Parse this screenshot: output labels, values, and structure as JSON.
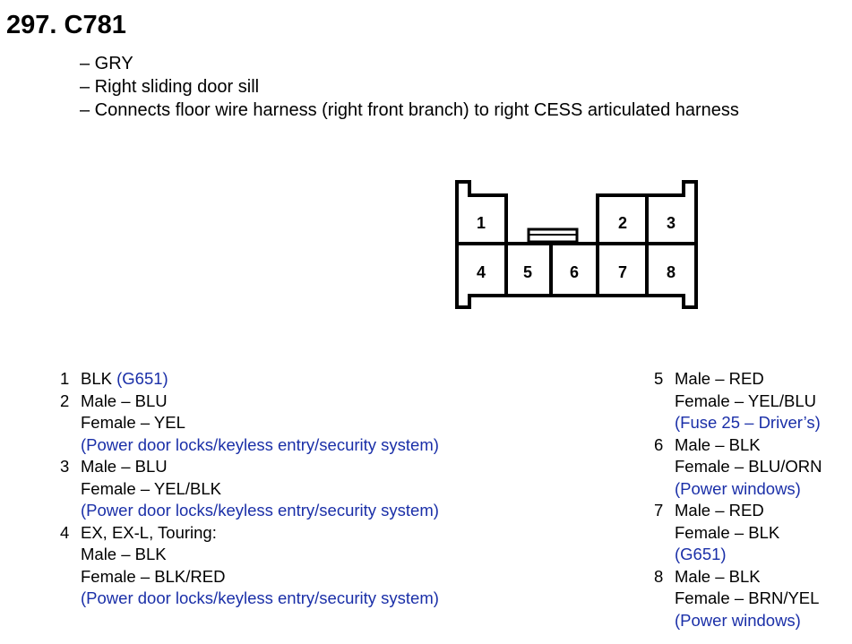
{
  "header": {
    "number": "297.",
    "code": "C781"
  },
  "details": [
    "– GRY",
    "– Right sliding door sill",
    "– Connects floor wire harness (right front branch) to right CESS articulated harness"
  ],
  "connector": {
    "cavities": [
      "1",
      "2",
      "3",
      "4",
      "5",
      "6",
      "7",
      "8"
    ]
  },
  "pins_left": [
    {
      "num": "1",
      "lines": [
        {
          "text": "BLK ",
          "ref": "(G651)"
        }
      ]
    },
    {
      "num": "2",
      "lines": [
        {
          "text": "Male – BLU"
        },
        {
          "text": "Female – YEL"
        },
        {
          "ref": "(Power door locks/keyless entry/security system)"
        }
      ]
    },
    {
      "num": "3",
      "lines": [
        {
          "text": "Male – BLU"
        },
        {
          "text": "Female – YEL/BLK"
        },
        {
          "ref": "(Power door locks/keyless entry/security system)"
        }
      ]
    },
    {
      "num": "4",
      "lines": [
        {
          "text": "EX, EX-L, Touring:"
        },
        {
          "text": "Male – BLK"
        },
        {
          "text": "Female – BLK/RED"
        },
        {
          "ref": "(Power door locks/keyless entry/security system)"
        }
      ]
    }
  ],
  "pins_right": [
    {
      "num": "5",
      "lines": [
        {
          "text": "Male – RED"
        },
        {
          "text": "Female – YEL/BLU"
        },
        {
          "ref": "(Fuse 25 – Driver’s)"
        }
      ]
    },
    {
      "num": "6",
      "lines": [
        {
          "text": "Male – BLK"
        },
        {
          "text": "Female – BLU/ORN"
        },
        {
          "ref": "(Power windows)"
        }
      ]
    },
    {
      "num": "7",
      "lines": [
        {
          "text": "Male – RED"
        },
        {
          "text": "Female – BLK"
        },
        {
          "ref": "(G651)"
        }
      ]
    },
    {
      "num": "8",
      "lines": [
        {
          "text": "Male – BLK"
        },
        {
          "text": "Female – BRN/YEL"
        },
        {
          "ref": "(Power windows)"
        }
      ]
    }
  ],
  "colors": {
    "reference_text": "#1a2fa8",
    "text": "#000000"
  }
}
